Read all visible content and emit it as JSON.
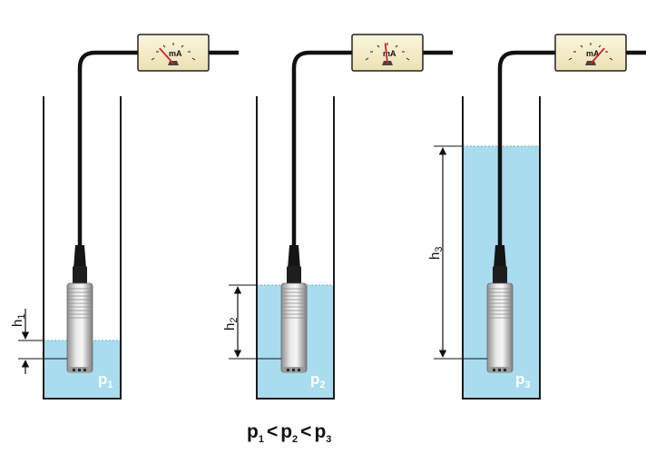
{
  "meter_unit": "mA",
  "setups": [
    {
      "id": 1,
      "height_label": "h",
      "height_sub": "1",
      "pressure_label": "p",
      "pressure_sub": "1",
      "needle_level": 0.15
    },
    {
      "id": 2,
      "height_label": "h",
      "height_sub": "2",
      "pressure_label": "p",
      "pressure_sub": "2",
      "needle_level": 0.45
    },
    {
      "id": 3,
      "height_label": "h",
      "height_sub": "3",
      "pressure_label": "p",
      "pressure_sub": "3",
      "needle_level": 0.85
    }
  ],
  "formula": {
    "p": "p",
    "s1": "1",
    "lt1": "<",
    "s2": "2",
    "lt2": "<",
    "s3": "3"
  },
  "colors": {
    "water": "#a9dcef",
    "water_surface": "#6fa8c4",
    "cable": "#111111",
    "meter_face": "#f6efcf",
    "needle": "#d2232a",
    "sensor": "#c9c9c9"
  }
}
